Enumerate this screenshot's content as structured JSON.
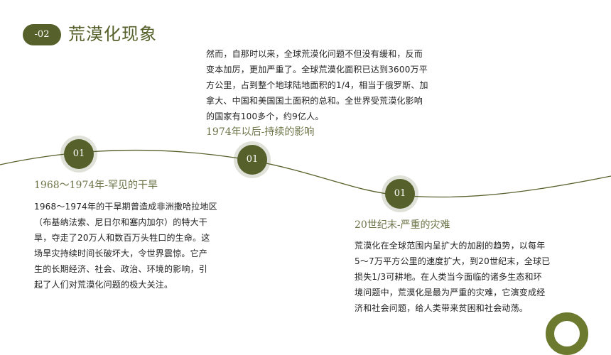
{
  "section": {
    "badge": "-02",
    "title": "荒漠化现象"
  },
  "timeline": [
    {
      "number": "01",
      "heading": "1968～1974年-罕见的干旱",
      "text": "1968～1974年的干旱期曾造成非洲撒哈拉地区\n（布基纳法索、尼日尔和塞内加尔）的特大干\n旱，夺走了20万人和数百万头牲口的生命。这\n场旱灾持续时间长破坏大，令世界震惊。它产\n生的长期经济、社会、政治、环境的影响，引\n起了人们对荒漠化问题的极大关注。"
    },
    {
      "number": "01",
      "heading": "1974年以后-持续的影响",
      "text": "然而，自那时以来，全球荒漠化问题不但没有缓和，反而\n变本加厉，更加严重了。全球荒漠化面积已达到3600万平\n方公里，占到整个地球陆地面积的1/4，相当于俄罗斯、加\n拿大、中国和美国国土面积的总和。全世界受荒漠化影响\n的国家有100多个，约9亿人。"
    },
    {
      "number": "01",
      "heading": "20世纪末-严重的灾难",
      "text": "荒漠化在全球范围内呈扩大的加剧的趋势，以每年\n5～7万平方公里的速度扩大，到20世纪末，全球已\n损失1/3可耕地。在人类当今面临的诸多生态和环\n境问题中，荒漠化是最为严重的灾难，它演变成经\n济和社会问题，给人类带来贫困和社会动荡。"
    }
  ],
  "colors": {
    "accent": "#55602a",
    "heading": "#6b7447"
  }
}
